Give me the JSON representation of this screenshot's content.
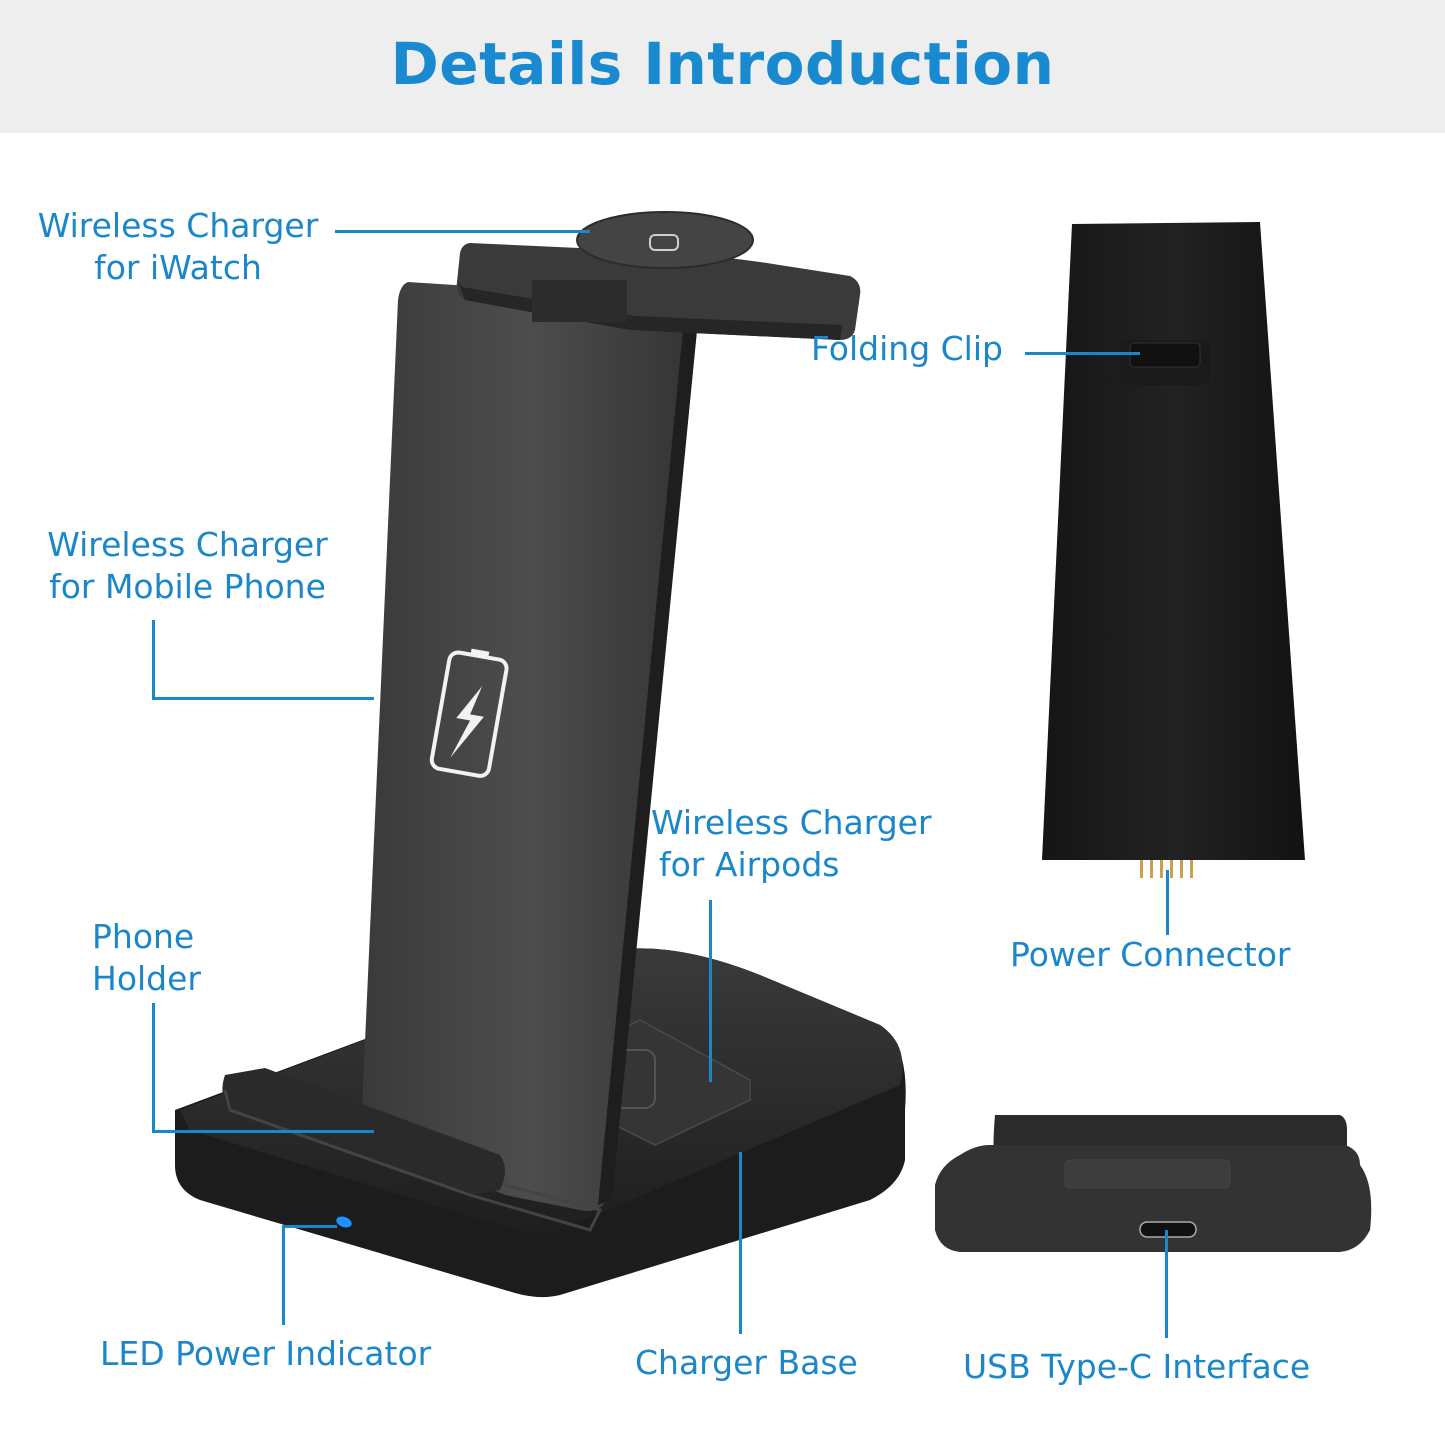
{
  "header": {
    "title": "Details Introduction",
    "background": "#eeeeee",
    "title_color": "#1a8ad0"
  },
  "labels": {
    "iwatch": {
      "line1": "Wireless Charger",
      "line2": "for iWatch"
    },
    "mobile_phone": {
      "line1": "Wireless Charger",
      "line2": "for Mobile Phone"
    },
    "phone_holder": {
      "line1": "Phone",
      "line2": "Holder"
    },
    "led": {
      "text": "LED Power Indicator"
    },
    "airpods": {
      "line1": "Wireless Charger",
      "line2": "for Airpods"
    },
    "charger_base": {
      "text": "Charger Base"
    },
    "folding_clip": {
      "text": "Folding Clip"
    },
    "power_connector": {
      "text": "Power Connector"
    },
    "usb_c": {
      "text": "USB Type-C Interface"
    }
  },
  "colors": {
    "accent": "#1b87c9",
    "device_dark": "#2a2a2a",
    "device_mid": "#4a4a4a",
    "led_blue": "#1e90ff"
  },
  "icons": {
    "phone_pad": "battery-bolt-icon",
    "watch_pad": "watch-icon",
    "airpods_pad": "earbuds-case-icon"
  }
}
